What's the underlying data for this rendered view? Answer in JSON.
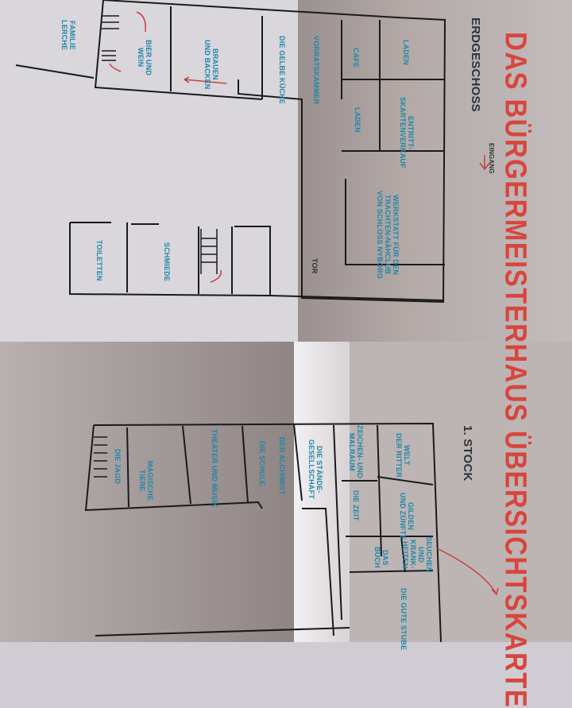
{
  "title": "DAS BÜRGERMEISTERHAUS ÜBERSICHTSKARTE",
  "colors": {
    "title": "#d8453d",
    "room_label": "#1f86a8",
    "walls": "#1a1a1a",
    "arrows": "#c8403a"
  },
  "ground_floor": {
    "heading": "ERDGESCHOSS",
    "entrance": "EINGANG",
    "rooms": [
      "LADEN",
      "CAFE",
      "VORRATSKAMMER",
      "ENTRITT-\nSKARTENVERKAUF",
      "LADEN",
      "WERKSTATT FÜR DEN\nTRACHTEN-NÄHCLUB\nVON SCHLOSS NYBORG",
      "TOR",
      "DIE GELBE KÜCHE",
      "BRAUEN\nUND BACKEN",
      "BIER UND\nWEIN",
      "FAMILIE\nLERCHE",
      "TOILETTEN",
      "SCHMIEDE"
    ]
  },
  "first_floor": {
    "heading": "1. STOCK",
    "rooms": [
      "WELT\nDER RITTER",
      "ZEICHEN- UND\nMALRAUM",
      "DIE STÄNDE-\nGESELLSCHAFT",
      "DER ALCHIMIST",
      "DIE SCHULE",
      "THEATER UND MUSIK",
      "MAGISCHE\nTIERE",
      "DIE JAGD",
      "DIE ZEIT",
      "GILDEN\nUND ZÜNFTE",
      "DAS\nBUCH",
      "SEUCHEN\nUND\nKRANK-\nHEITEN",
      "DIE GUTE STUBE"
    ]
  }
}
